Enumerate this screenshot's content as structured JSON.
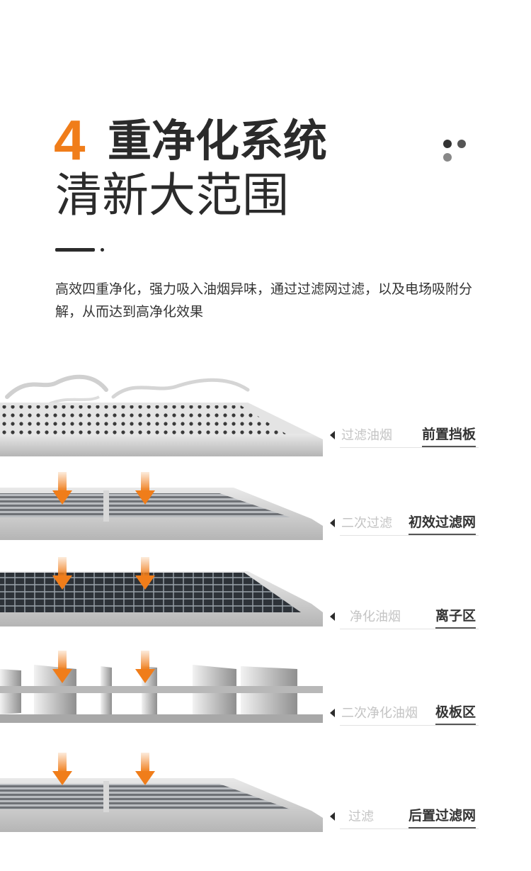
{
  "header": {
    "number": "4",
    "title": "重净化系统",
    "subtitle": "清新大范围",
    "dot_colors": [
      "#333333",
      "#555555",
      "#888888"
    ],
    "accent_color": "#f07d1a"
  },
  "description": "高效四重净化，强力吸入油烟异味，通过过滤网过滤，以及电场吸附分解，从而达到高净化效果",
  "layers": [
    {
      "sub": "过滤油烟",
      "name": "前置挡板"
    },
    {
      "sub": "二次过滤",
      "name": "初效过滤网"
    },
    {
      "sub": "净化油烟",
      "name": "离子区"
    },
    {
      "sub": "二次净化油烟",
      "name": "极板区"
    },
    {
      "sub": "过滤",
      "name": "后置过滤网"
    }
  ]
}
